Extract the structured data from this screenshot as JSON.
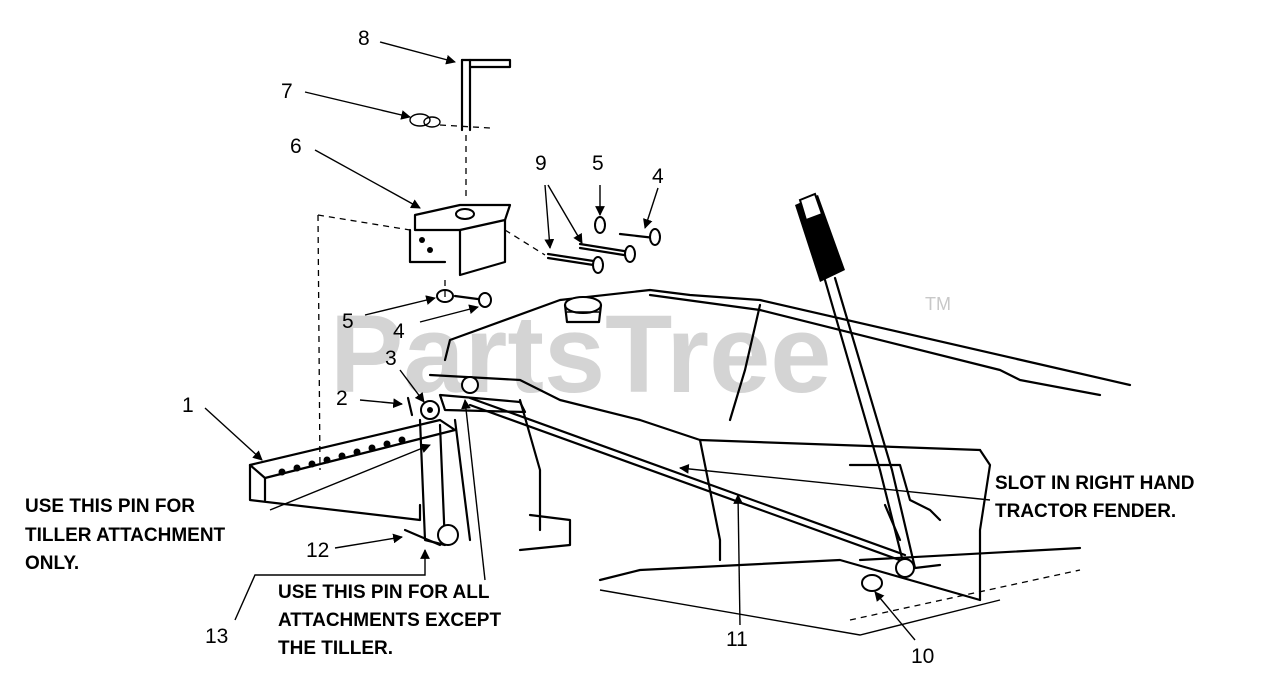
{
  "watermark": {
    "text": "PartsTree",
    "trademark": "TM"
  },
  "callouts": {
    "n1": "1",
    "n2": "2",
    "n3": "3",
    "n4a": "4",
    "n4b": "4",
    "n5a": "5",
    "n5b": "5",
    "n6": "6",
    "n7": "7",
    "n8": "8",
    "n9": "9",
    "n10": "10",
    "n11": "11",
    "n12": "12",
    "n13": "13"
  },
  "notes": {
    "tiller_pin": [
      "USE THIS PIN FOR",
      "TILLER ATTACHMENT",
      "ONLY."
    ],
    "all_pin": [
      "USE THIS PIN FOR ALL",
      "ATTACHMENTS EXCEPT",
      "THE TILLER."
    ],
    "slot": [
      "SLOT IN RIGHT HAND",
      "TRACTOR FENDER."
    ]
  }
}
